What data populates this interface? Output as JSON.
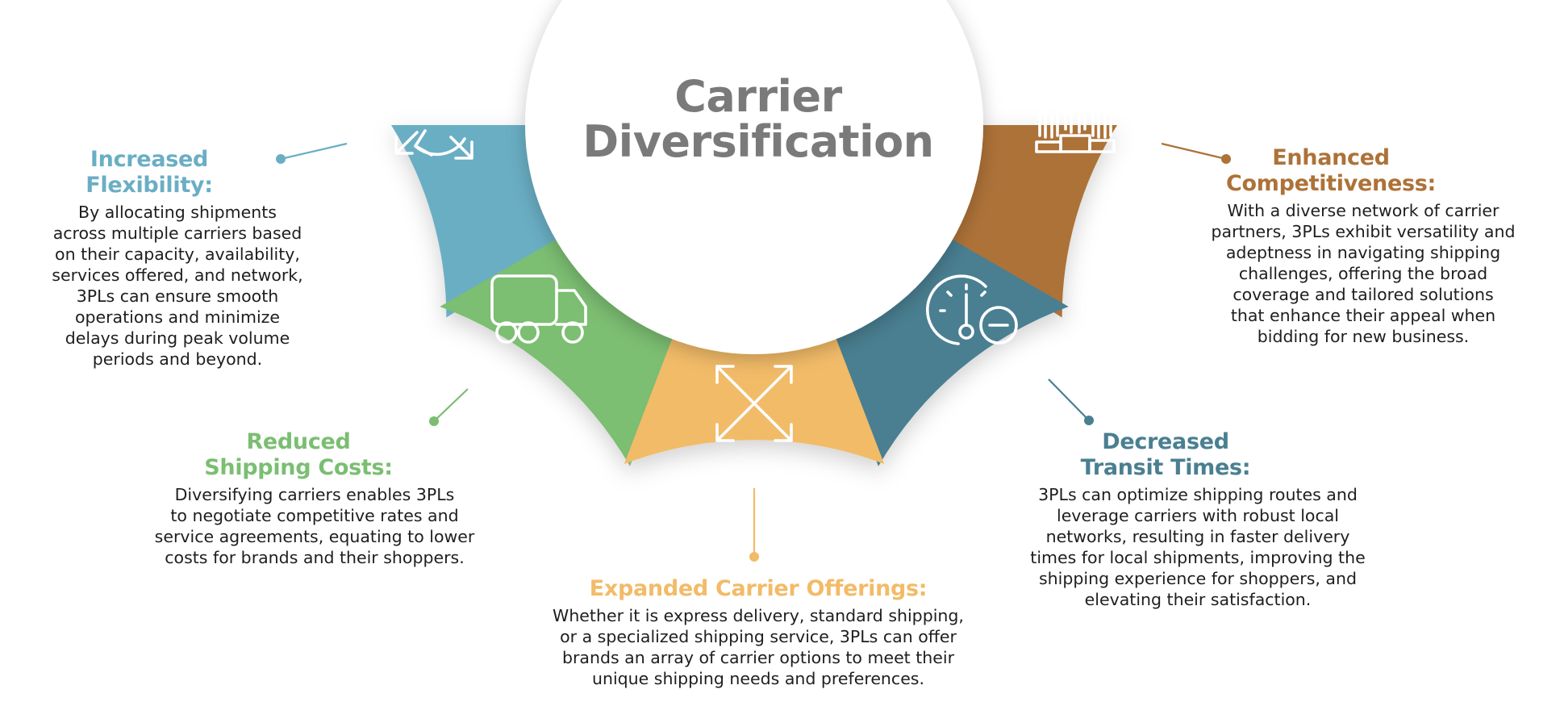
{
  "title": {
    "line1": "Carrier",
    "line2": "Diversification"
  },
  "colors": {
    "flex": "#6aaec4",
    "cost": "#7bbe72",
    "offer": "#f2bb68",
    "transit": "#4a7f91",
    "compete": "#ad7238"
  },
  "segments": [
    {
      "id": "flex",
      "icon": "refresh-arrows-icon",
      "heading_line1": "Increased",
      "heading_line2": "Flexibility:",
      "body": [
        "By allocating shipments",
        "across multiple carriers based",
        "on their capacity, availability,",
        "services offered, and network,",
        "3PLs can ensure smooth",
        "operations and minimize",
        "delays during peak volume",
        "periods and beyond."
      ]
    },
    {
      "id": "cost",
      "icon": "delivery-truck-icon",
      "heading_line1": "Reduced",
      "heading_line2": "Shipping Costs:",
      "body": [
        "Diversifying carriers enables 3PLs",
        "to negotiate competitive rates and",
        "service agreements, equating to lower",
        "costs for brands and their shoppers."
      ]
    },
    {
      "id": "offer",
      "icon": "expand-arrows-icon",
      "heading_line1": "Expanded Carrier Offerings:",
      "body": [
        "Whether it is express delivery, standard shipping,",
        "or a specialized shipping service, 3PLs can offer",
        "brands an array of carrier options to meet their",
        "unique shipping needs and preferences."
      ]
    },
    {
      "id": "transit",
      "icon": "clock-minus-icon",
      "heading_line1": "Decreased",
      "heading_line2": "Transit Times:",
      "body": [
        "3PLs can optimize shipping routes and",
        "leverage carriers with robust local",
        "networks, resulting in faster delivery",
        "times for local shipments, improving the",
        "shipping experience for shoppers, and",
        "elevating their satisfaction."
      ]
    },
    {
      "id": "compete",
      "icon": "podium-people-icon",
      "heading_line1": "Enhanced",
      "heading_line2": "Competitiveness:",
      "body": [
        "With a diverse network of carrier",
        "partners, 3PLs exhibit versatility and",
        "adeptness in navigating shipping",
        "challenges, offering the broad",
        "coverage and tailored solutions",
        "that enhance their appeal when",
        "bidding for new business."
      ]
    }
  ]
}
